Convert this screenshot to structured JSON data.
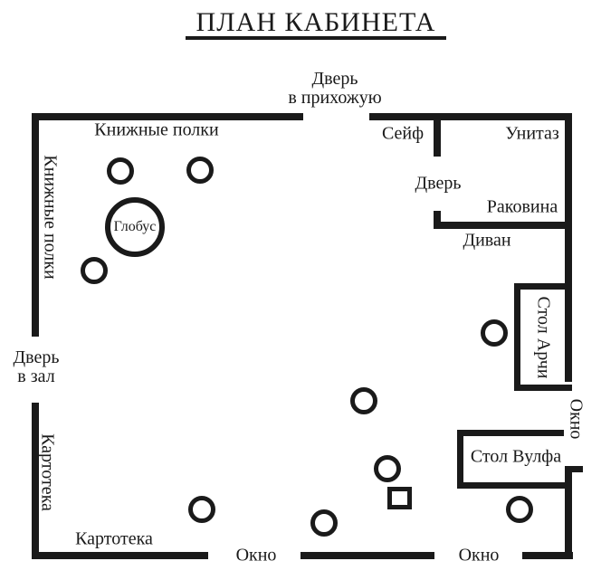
{
  "title": "ПЛАН КАБИНЕТА",
  "labels": {
    "door_to_hallway": {
      "line1": "Дверь",
      "line2": "в прихожую"
    },
    "bookshelves_top": "Книжные полки",
    "bookshelves_left": "Книжные полки",
    "globe": "Глобус",
    "safe": "Сейф",
    "toilet": "Унитаз",
    "bathroom_door": "Дверь",
    "sink": "Раковина",
    "sofa": "Диван",
    "archie_desk": "Стол Арчи",
    "window_right": "Окно",
    "wolfe_desk": "Стол Вулфа",
    "door_to_hall": {
      "line1": "Дверь",
      "line2": "в зал"
    },
    "card_file_left": "Картотека",
    "card_file_bottom": "Картотека",
    "window_bottom_left": "Окно",
    "window_bottom_right": "Окно"
  },
  "colors": {
    "ink": "#1a1a1a",
    "background": "#ffffff"
  }
}
